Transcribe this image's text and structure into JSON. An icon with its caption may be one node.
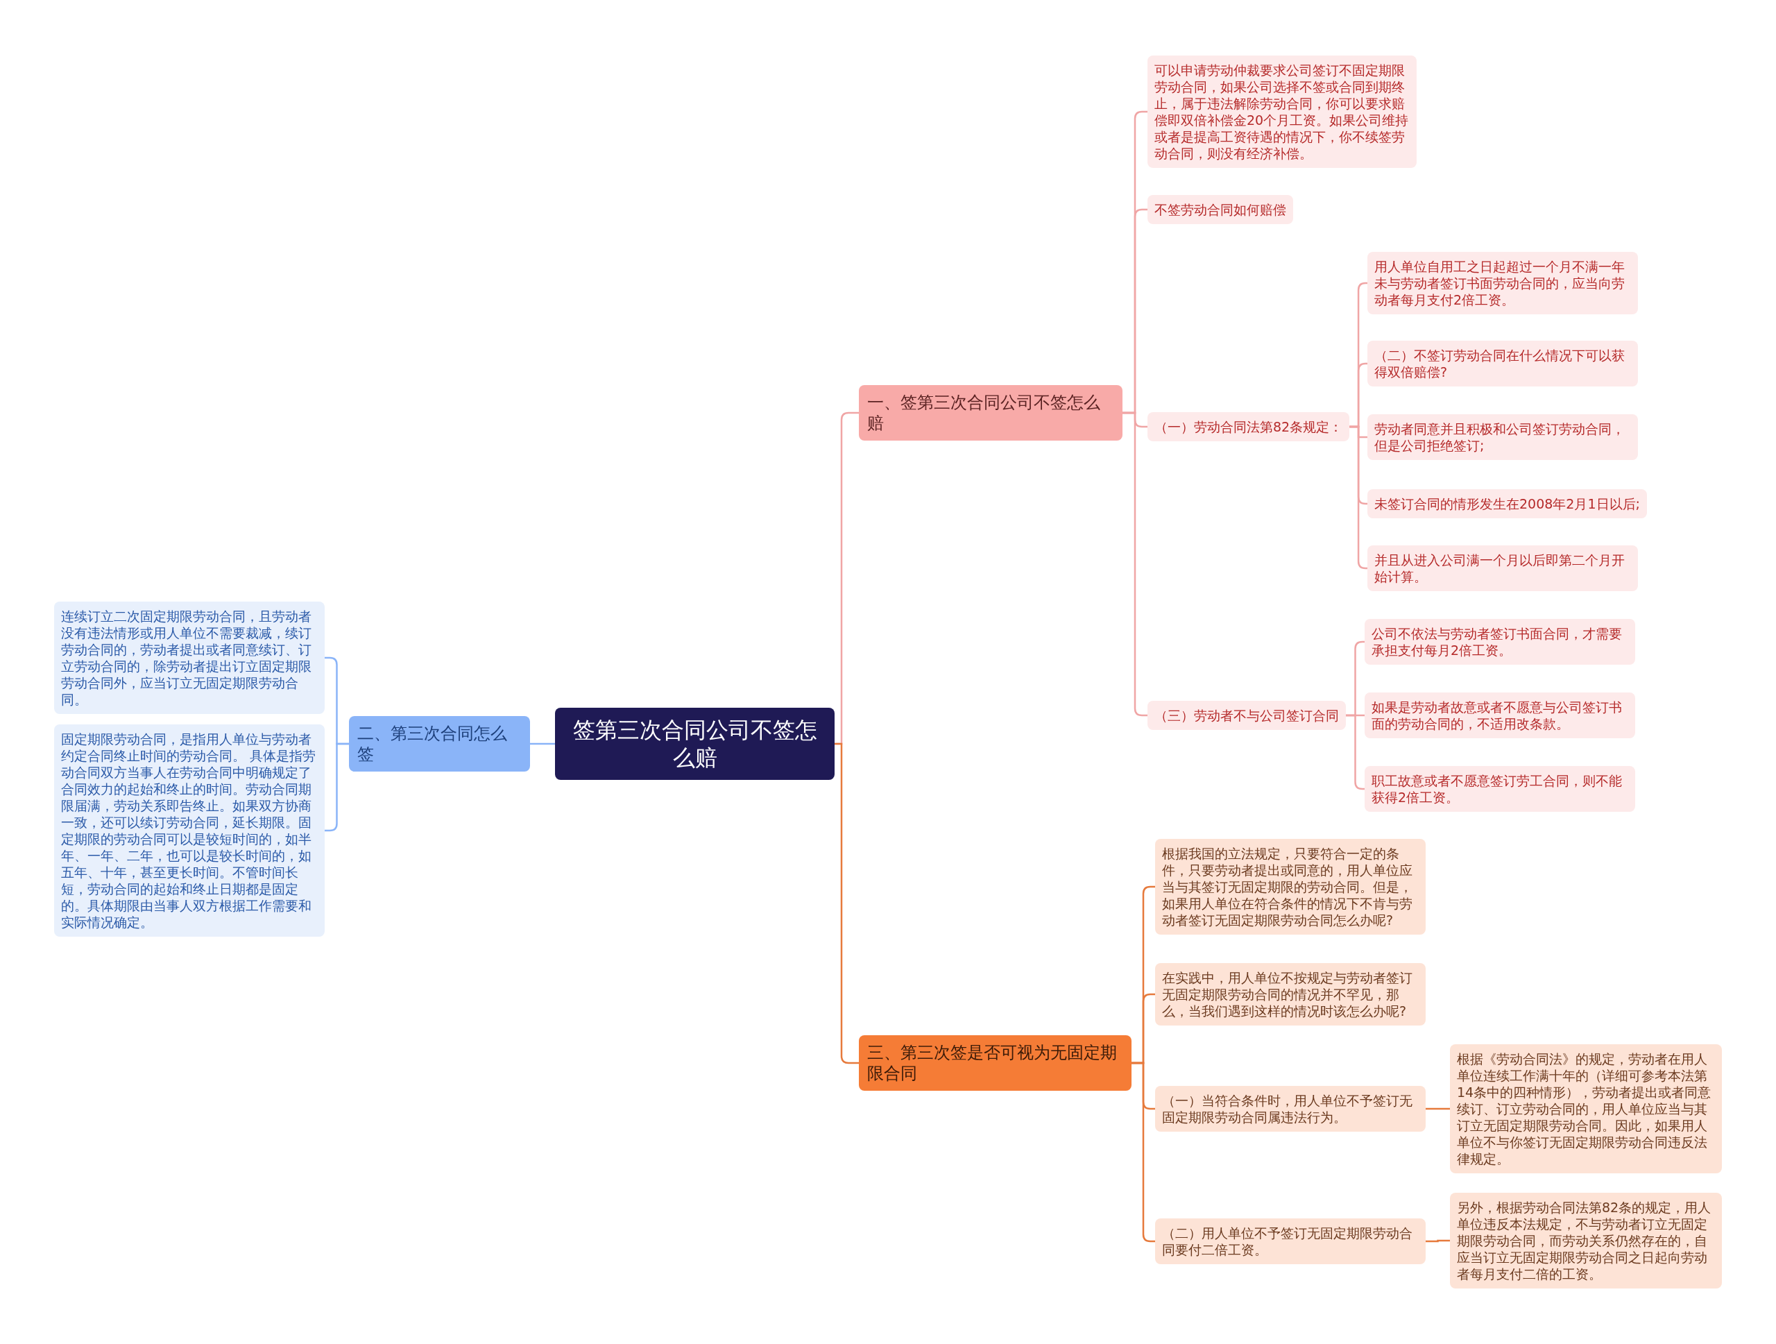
{
  "diagram": {
    "nodes": [
      {
        "text": [
          "签第三次合同公司不签怎么赔"
        ]
      },
      {
        "text": [
          "一、签第三次合同公司不签怎么赔"
        ]
      },
      {
        "text": [
          "可以申请劳动仲裁要求公司签订不固定期限劳动合同，如果公司选择不签或合同到期终止，属于违法解除劳动合同，你可以要求赔偿即双倍补偿金20个月工资。如果公司维持或者是提高工资待遇的情况下，你不续签劳动合同，则没有经济补偿。"
        ]
      },
      {
        "text": [
          "不签劳动合同如何赔偿"
        ]
      },
      {
        "text": [
          "（一）劳动合同法第82条规定："
        ]
      },
      {
        "text": [
          "用人单位自用工之日起超过一个月不满一年未与劳动者签订书面劳动合同的，应当向劳动者每月支付2倍工资。"
        ]
      },
      {
        "text": [
          "（二）不签订劳动合同在什么情况下可以获得双倍赔偿?"
        ]
      },
      {
        "text": [
          "劳动者同意并且积极和公司签订劳动合同，但是公司拒绝签订;"
        ]
      },
      {
        "text": [
          "未签订合同的情形发生在2008年2月1日以后;"
        ]
      },
      {
        "text": [
          "并且从进入公司满一个月以后即第二个月开始计算。"
        ]
      },
      {
        "text": [
          "（三）劳动者不与公司签订合同"
        ]
      },
      {
        "text": [
          "公司不依法与劳动者签订书面合同，才需要承担支付每月2倍工资。"
        ]
      },
      {
        "text": [
          "如果是劳动者故意或者不愿意与公司签订书面的劳动合同的，不适用改条款。"
        ]
      },
      {
        "text": [
          "职工故意或者不愿意签订劳工合同，则不能获得2倍工资。"
        ]
      },
      {
        "text": [
          "二、第三次合同怎么签"
        ]
      },
      {
        "text": [
          "连续订立二次固定期限劳动合同，且劳动者没有违法情形或用人单位不需要裁减，续订劳动合同的，劳动者提出或者同意续订、订立劳动合同的，除劳动者提出订立固定期限劳动合同外，应当订立无固定期限劳动合同。"
        ]
      },
      {
        "text": [
          "固定期限劳动合同，是指用人单位与劳动者约定合同终止时间的劳动合同。 具体是指劳动合同双方当事人在劳动合同中明确规定了合同效力的起始和终止的时间。劳动合同期限届满，劳动关系即告终止。如果双方协商一致，还可以续订劳动合同，延长期限。固定期限的劳动合同可以是较短时间的，如半年、一年、二年，也可以是较长时间的，如五年、十年，甚至更长时间。不管时间长短，劳动合同的起始和终止日期都是固定的。具体期限由当事人双方根据工作需要和实际情况确定。"
        ]
      },
      {
        "text": [
          "三、第三次签是否可视为无固定期限合同"
        ]
      },
      {
        "text": [
          "根据我国的立法规定，只要符合一定的条件，只要劳动者提出或同意的，用人单位应当与其签订无固定期限的劳动合同。但是，如果用人单位在符合条件的情况下不肯与劳动者签订无固定期限劳动合同怎么办呢?"
        ]
      },
      {
        "text": [
          "在实践中，用人单位不按规定与劳动者签订无固定期限劳动合同的情况并不罕见，那么，当我们遇到这样的情况时该怎么办呢?"
        ]
      },
      {
        "text": [
          "（一）当符合条件时，用人单位不予签订无固定期限劳动合同属违法行为。"
        ]
      },
      {
        "text": [
          "根据《劳动合同法》的规定，劳动者在用人单位连续工作满十年的（详细可参考本法第14条中的四种情形），劳动者提出或者同意续订、订立劳动合同的，用人单位应当与其订立无固定期限劳动合同。因此，如果用人单位不与你签订无固定期限劳动合同违反法律规定。"
        ]
      },
      {
        "text": [
          "（二）用人单位不予签订无固定期限劳动合同要付二倍工资。"
        ]
      },
      {
        "text": [
          "另外，根据劳动合同法第82条的规定，用人单位违反本法规定，不与劳动者订立无固定期限劳动合同，而劳动关系仍然存在的，自应当订立无固定期限劳动合同之日起向劳动者每月支付二倍的工资。"
        ]
      }
    ],
    "edges": [
      {
        "from": 0,
        "to": 1,
        "arrow": "none"
      },
      {
        "from": 1,
        "to": 2,
        "arrow": "none"
      },
      {
        "from": 1,
        "to": 3,
        "arrow": "none"
      },
      {
        "from": 1,
        "to": 4,
        "arrow": "none"
      },
      {
        "from": 4,
        "to": 5,
        "arrow": "none"
      },
      {
        "from": 4,
        "to": 6,
        "arrow": "none"
      },
      {
        "from": 4,
        "to": 7,
        "arrow": "none"
      },
      {
        "from": 4,
        "to": 8,
        "arrow": "none"
      },
      {
        "from": 4,
        "to": 9,
        "arrow": "none"
      },
      {
        "from": 1,
        "to": 10,
        "arrow": "none"
      },
      {
        "from": 10,
        "to": 11,
        "arrow": "none"
      },
      {
        "from": 10,
        "to": 12,
        "arrow": "none"
      },
      {
        "from": 10,
        "to": 13,
        "arrow": "none"
      },
      {
        "from": 0,
        "to": 14,
        "arrow": "none",
        "color": "#8ab4f8"
      },
      {
        "from": 14,
        "to": 15,
        "arrow": "none",
        "color": "#8ab4f8"
      },
      {
        "from": 14,
        "to": 16,
        "arrow": "none",
        "color": "#8ab4f8"
      },
      {
        "from": 0,
        "to": 17,
        "arrow": "none",
        "color": "#e67a3c"
      },
      {
        "from": 17,
        "to": 18,
        "arrow": "none",
        "color": "#e67a3c"
      },
      {
        "from": 17,
        "to": 19,
        "arrow": "none",
        "color": "#e67a3c"
      },
      {
        "from": 17,
        "to": 20,
        "arrow": "none",
        "color": "#e67a3c"
      },
      {
        "from": 20,
        "to": 21,
        "arrow": "none",
        "color": "#e67a3c"
      },
      {
        "from": 17,
        "to": 22,
        "arrow": "none",
        "color": "#e67a3c"
      },
      {
        "from": 22,
        "to": 23,
        "arrow": "none",
        "color": "#e67a3c"
      }
    ]
  }
}
